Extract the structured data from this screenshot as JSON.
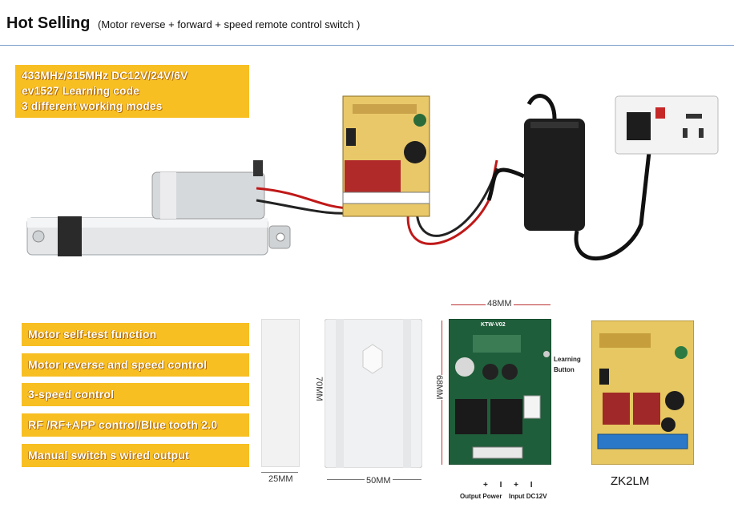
{
  "header": {
    "title": "Hot Selling",
    "subtitle": "(Motor reverse + forward + speed remote control switch )"
  },
  "specs": [
    "433MHz/315MHz  DC12V/24V/6V",
    "ev1527 Learning code",
    "3 different working modes"
  ],
  "features": [
    "Motor self-test function",
    "Motor reverse and speed control",
    "3-speed control",
    "RF /RF+APP control/Blue tooth 2.0",
    "Manual switch s wired output"
  ],
  "dimensions": {
    "depth": "25MM",
    "height": "70MM",
    "width": "50MM",
    "board_width": "48MM",
    "board_height": "68MM"
  },
  "board_labels": {
    "learning_button": "Learning\nButton",
    "learning": "Learning",
    "button": "Button",
    "polarity": "+  I    +  I",
    "output_power": "Output Power",
    "input": "Input DC12V",
    "chip_text": "KTW-V02"
  },
  "model": "ZK2LM",
  "colors": {
    "accent": "#f8bf23",
    "rule": "#7a9cc8"
  }
}
